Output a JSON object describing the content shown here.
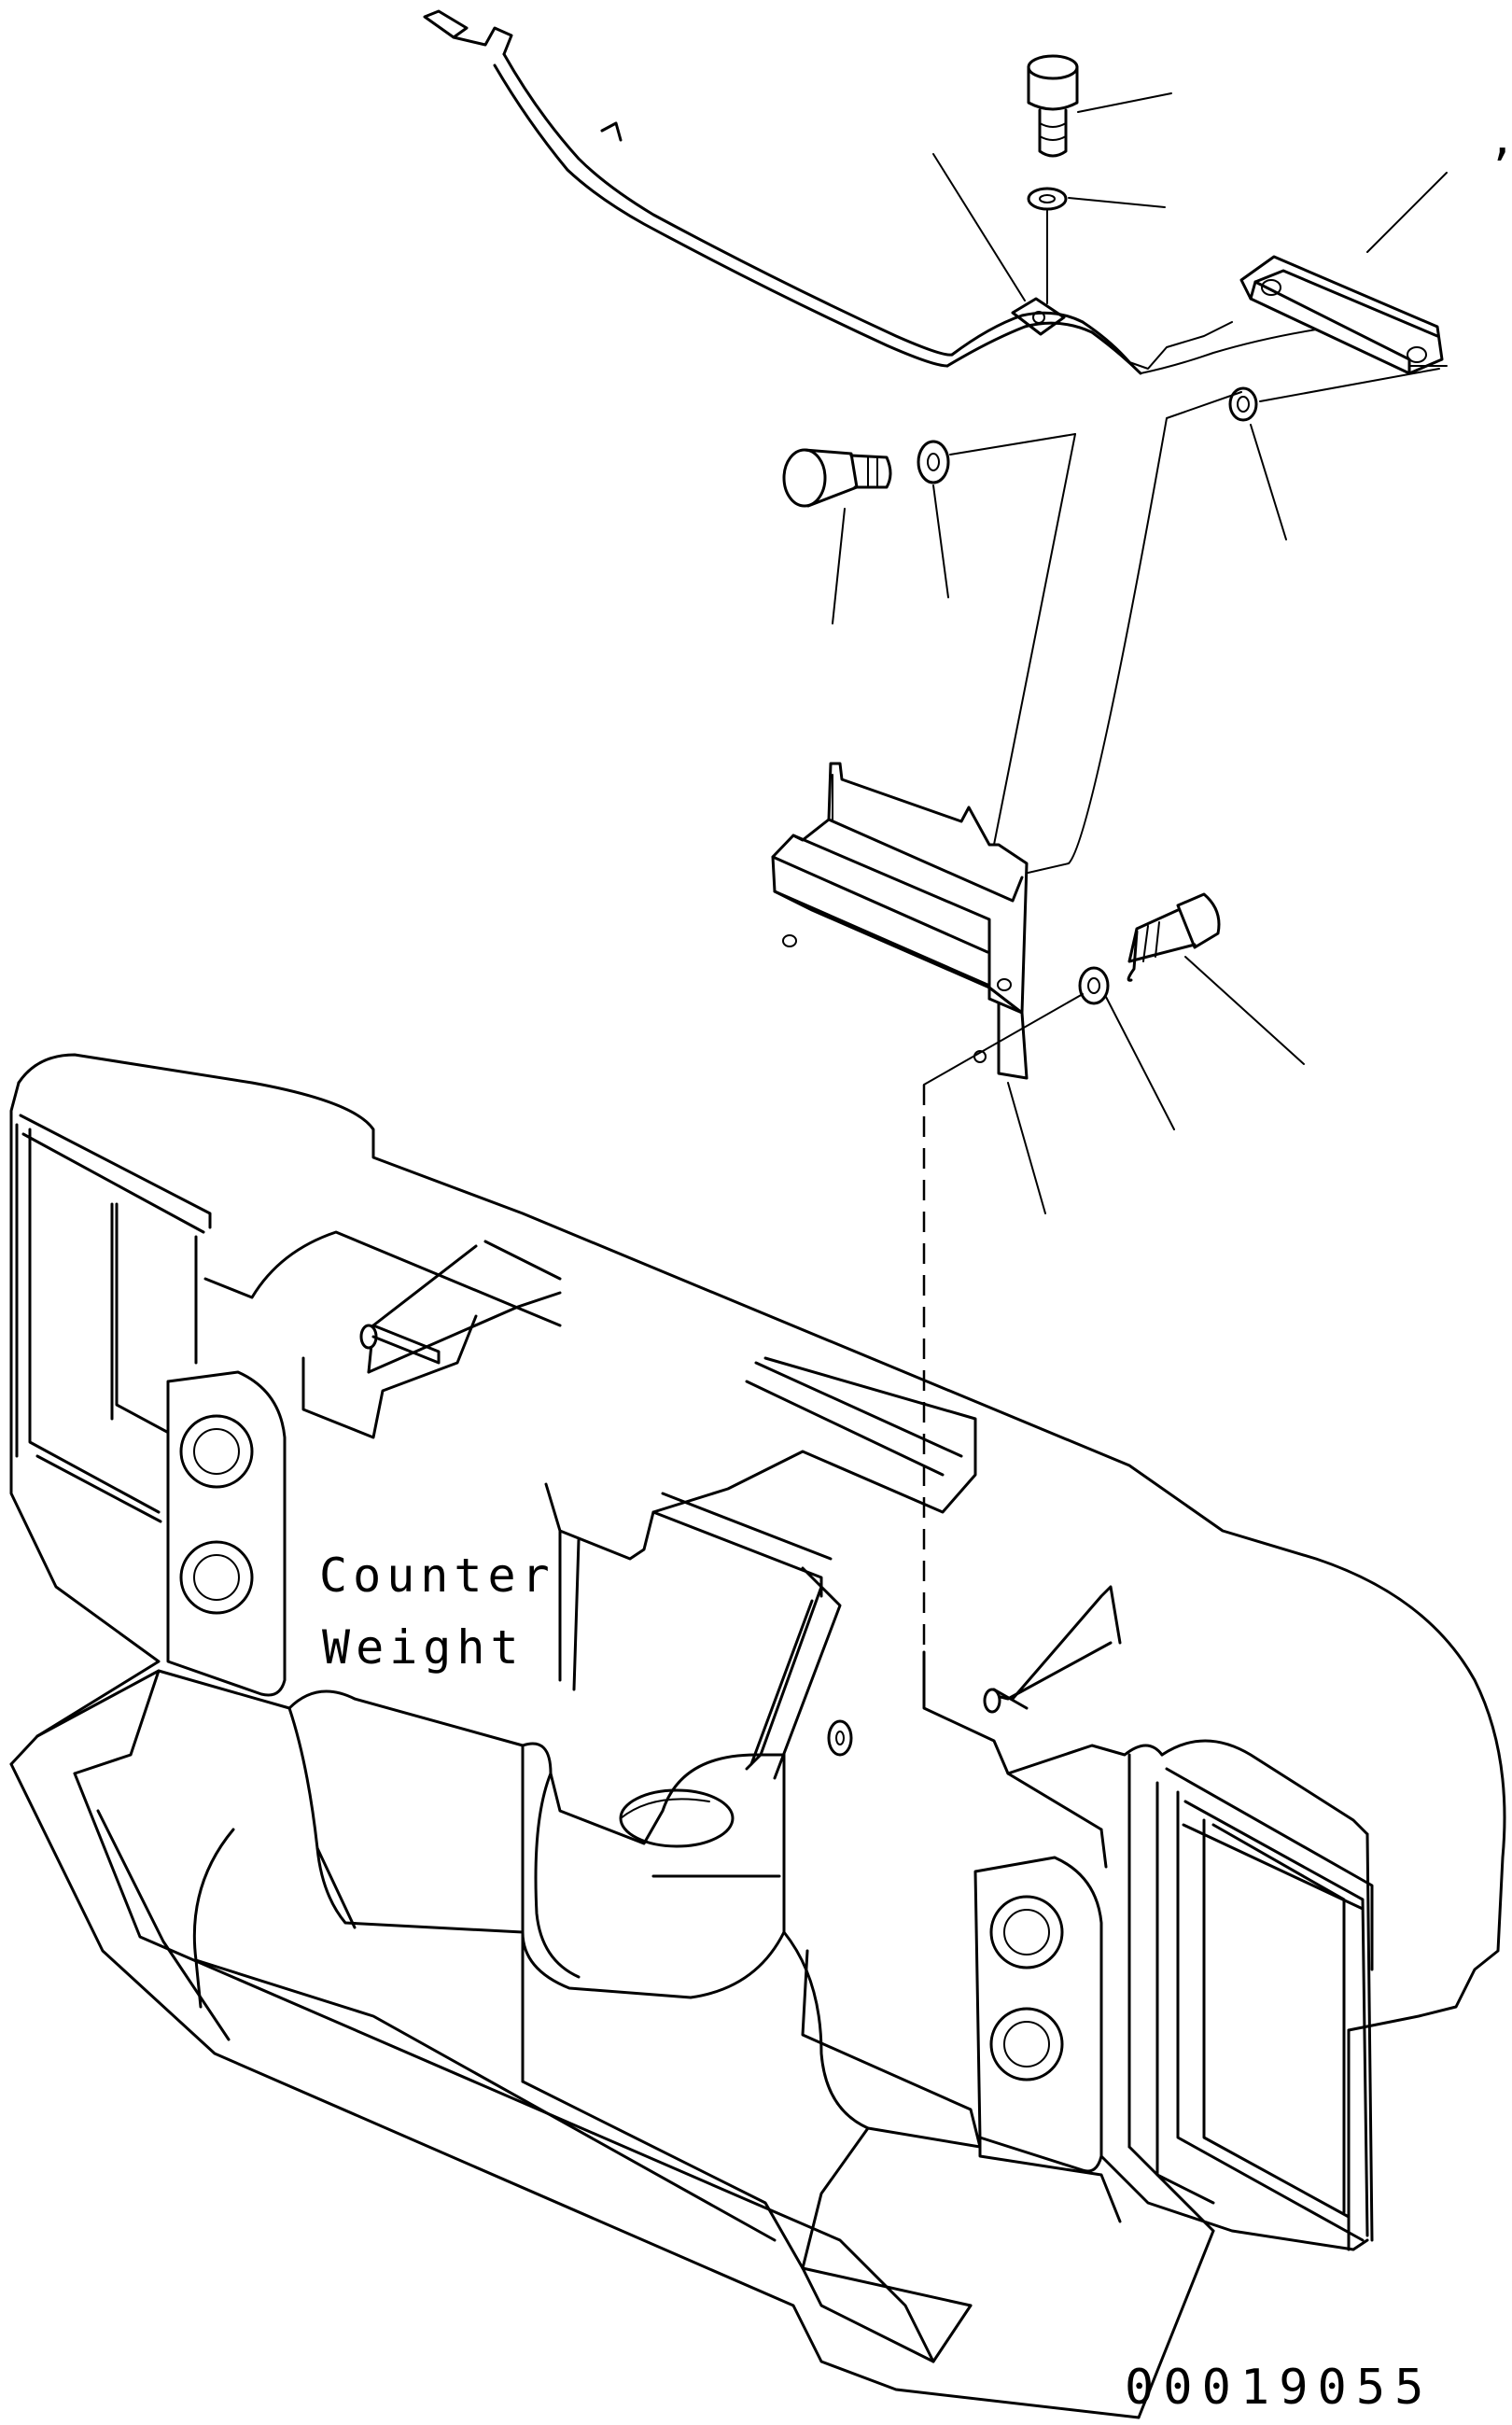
{
  "diagram": {
    "part_label_line1": "Counter",
    "part_label_line2": "Weight",
    "drawing_number": "00019055",
    "corner_mark": ",'"
  }
}
